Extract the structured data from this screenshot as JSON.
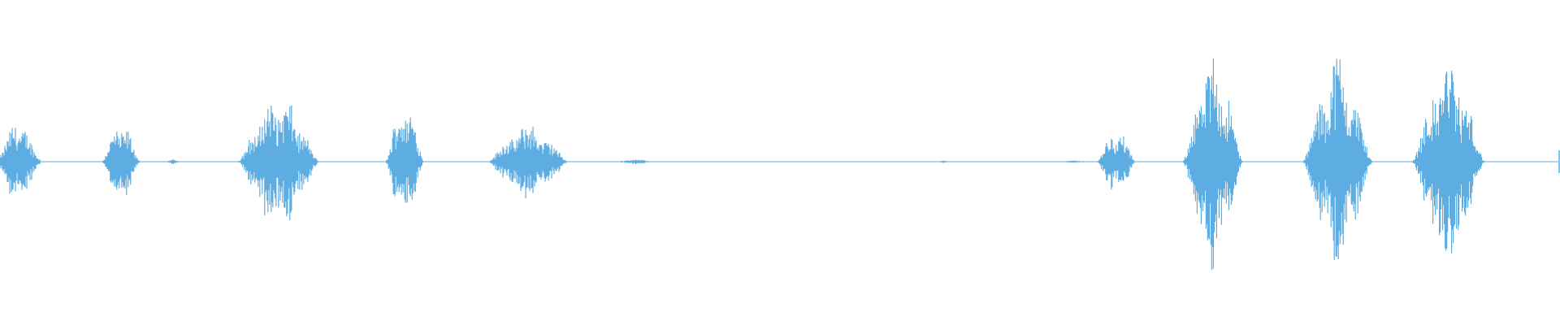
{
  "waveform": {
    "color": "#5dade2",
    "background": "#ffffff",
    "playhead_fraction": 1.0,
    "segments": [
      {
        "start": 0.0,
        "end": 0.026,
        "peak": 0.4,
        "shape": "decay",
        "bursts": 2
      },
      {
        "start": 0.065,
        "end": 0.09,
        "peak": 0.36,
        "shape": "bell",
        "bursts": 2
      },
      {
        "start": 0.106,
        "end": 0.116,
        "peak": 0.02,
        "shape": "bell",
        "bursts": 1
      },
      {
        "start": 0.152,
        "end": 0.205,
        "peak": 0.6,
        "shape": "bell",
        "bursts": 4
      },
      {
        "start": 0.247,
        "end": 0.272,
        "peak": 0.58,
        "shape": "bell",
        "bursts": 2
      },
      {
        "start": 0.312,
        "end": 0.365,
        "peak": 0.34,
        "shape": "bell",
        "bursts": 3
      },
      {
        "start": 0.393,
        "end": 0.422,
        "peak": 0.02,
        "shape": "bell",
        "bursts": 1
      },
      {
        "start": 0.6,
        "end": 0.61,
        "peak": 0.01,
        "shape": "bell",
        "bursts": 1
      },
      {
        "start": 0.678,
        "end": 0.7,
        "peak": 0.01,
        "shape": "bell",
        "bursts": 1
      },
      {
        "start": 0.703,
        "end": 0.728,
        "peak": 0.3,
        "shape": "bell",
        "bursts": 2
      },
      {
        "start": 0.758,
        "end": 0.797,
        "peak": 0.98,
        "shape": "bell",
        "bursts": 3
      },
      {
        "start": 0.835,
        "end": 0.88,
        "peak": 0.98,
        "shape": "bell",
        "bursts": 3
      },
      {
        "start": 0.905,
        "end": 0.952,
        "peak": 0.95,
        "shape": "bell",
        "bursts": 3
      }
    ]
  }
}
